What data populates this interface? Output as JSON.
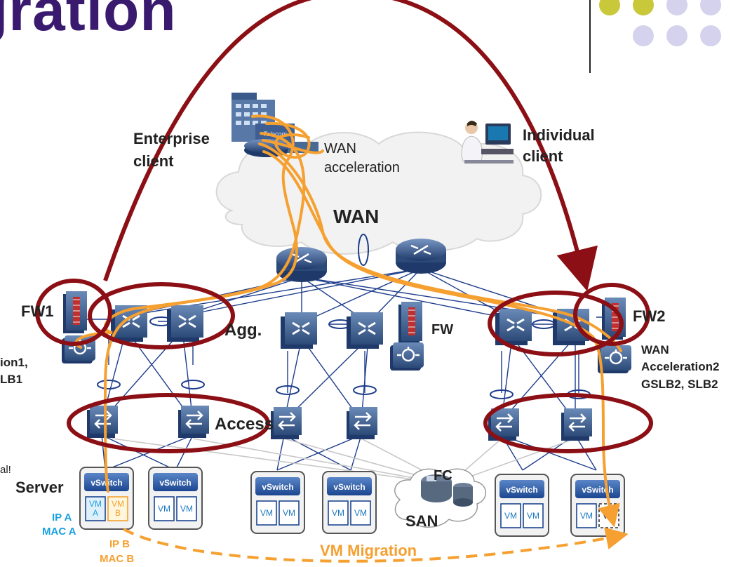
{
  "title": "gration",
  "labels": {
    "enterprise_client": [
      "Enterprise",
      "client"
    ],
    "individual_client": [
      "Individual",
      "client"
    ],
    "wan_acceleration": [
      "WAN",
      "acceleration"
    ],
    "wan": "WAN",
    "fw1": "FW1",
    "fw2": "FW2",
    "fw": "FW",
    "agg": "Agg.",
    "access": "Access",
    "left_side": [
      "ion1,",
      "LB1"
    ],
    "right_side": [
      "WAN",
      "Acceleration2",
      "GSLB2, SLB2"
    ],
    "edge_note": "al!",
    "server": "Server",
    "fc": "FC",
    "san": "SAN",
    "ip_a": "IP A",
    "mac_a": "MAC A",
    "ip_b": "IP B",
    "mac_b": "MAC B",
    "vm_migration": "VM Migration",
    "vswitch": "vSwitch",
    "vm": "VM",
    "vm_a": [
      "VM",
      "A"
    ],
    "vm_b": [
      "VM",
      "B"
    ],
    "telecom": "Telecom"
  },
  "colors": {
    "title": "#3a1a6e",
    "arc": "#8b0f14",
    "flow": "#f5a030",
    "link": "#1d3c8c",
    "device": "#4a6a96",
    "label_blue": "#1aa0e0",
    "label_orange": "#f5a030",
    "dot_yellow": "#c8c83a",
    "dot_lavender": "#d4d2ec"
  },
  "icons": [
    "building-icon",
    "person-computer-icon",
    "router-icon",
    "switch-icon",
    "firewall-icon",
    "load-balancer-icon",
    "storage-icon",
    "cloud-icon"
  ]
}
